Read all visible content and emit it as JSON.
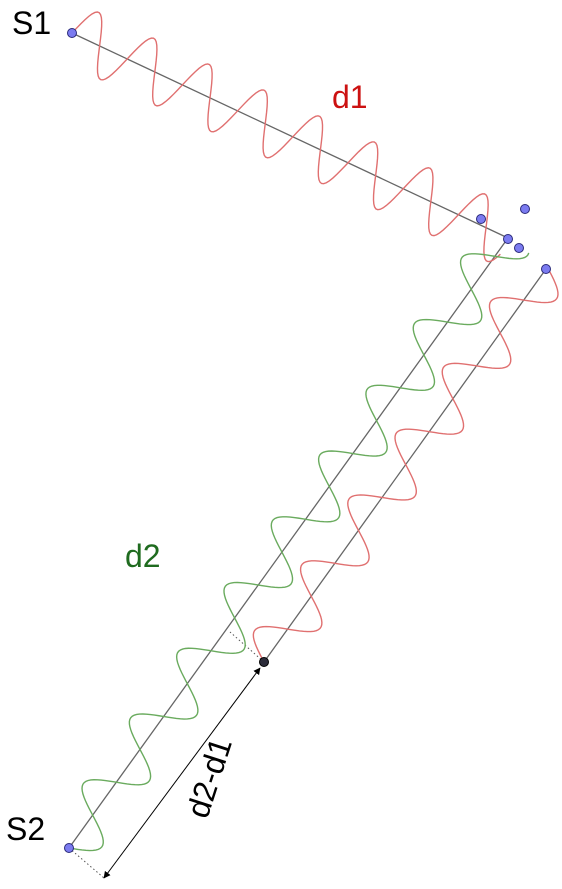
{
  "labels": {
    "s1": "S1",
    "s2": "S2",
    "d1": "d1",
    "d2": "d2",
    "diff": "d2-d1"
  },
  "colors": {
    "wave_red": "#e07070",
    "wave_green": "#6aab5e",
    "label_red": "#cc1111",
    "label_green": "#1f6b1f",
    "line": "#666666",
    "point_fill": "#7b7bf0",
    "point_stroke": "#2a2a7a"
  }
}
